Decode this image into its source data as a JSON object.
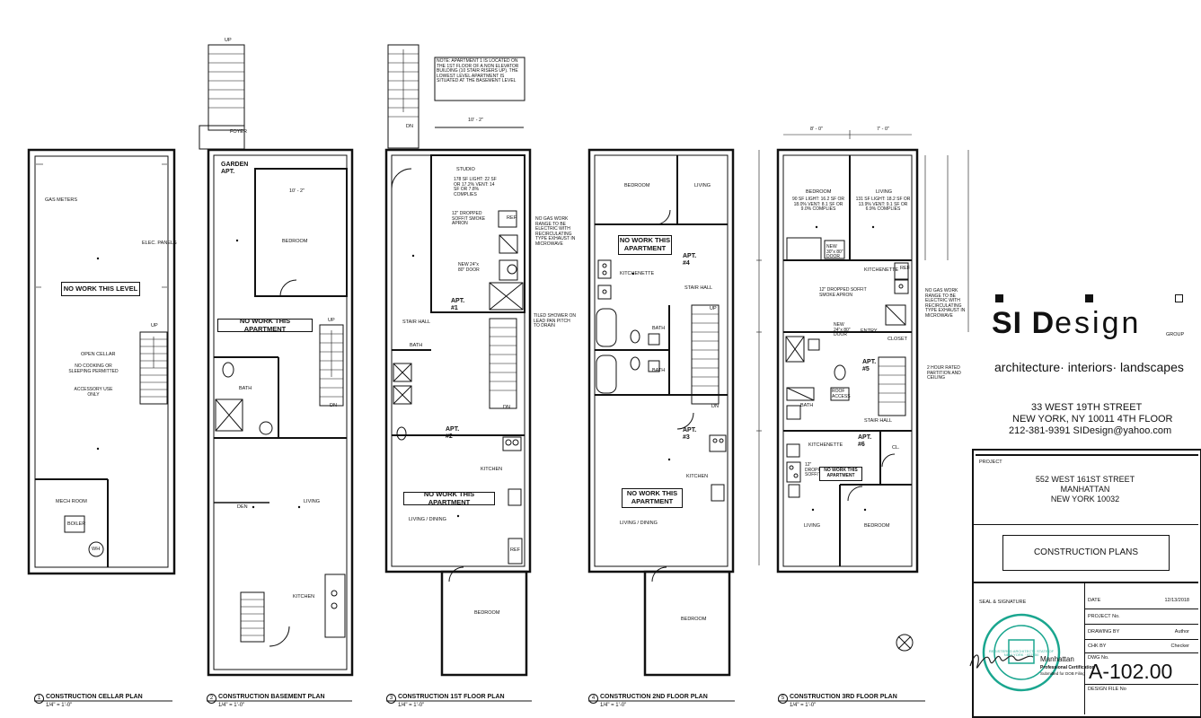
{
  "plans": [
    {
      "num": "1",
      "title": "CONSTRUCTION CELLAR PLAN",
      "scale": "1/4\" = 1'-0\""
    },
    {
      "num": "2",
      "title": "CONSTRUCTION BASEMENT PLAN",
      "scale": "1/4\" = 1'-0\""
    },
    {
      "num": "3",
      "title": "CONSTRUCTION 1ST FLOOR PLAN",
      "scale": "1/4\" = 1'-0\""
    },
    {
      "num": "4",
      "title": "CONSTRUCTION 2ND FLOOR PLAN",
      "scale": "1/4\" = 1'-0\""
    },
    {
      "num": "5",
      "title": "CONSTRUCTION 3RD FLOOR PLAN",
      "scale": "1/4\" = 1'-0\""
    }
  ],
  "cellar": {
    "gas_meters": "GAS METERS",
    "elec_panels": "ELEC. PANELS",
    "no_work": "NO WORK THIS LEVEL",
    "up": "UP",
    "open_cellar": "OPEN CELLAR",
    "no_cooking": "NO COOKING OR SLEEPING PERMITTED",
    "accessory": "ACCESSORY USE ONLY",
    "mech_room": "MECH ROOM",
    "boiler": "BOILER",
    "wh": "WH"
  },
  "basement": {
    "up": "UP",
    "foyer": "FOYER",
    "garden_apt": "GARDEN APT.",
    "dim": "10' - 2\"",
    "bedroom": "BEDROOM",
    "no_work": "NO WORK THIS APARTMENT",
    "up2": "UP",
    "bath": "BATH",
    "dn": "DN",
    "den": "DEN",
    "living": "LIVING",
    "kitchen": "KITCHEN"
  },
  "first": {
    "note": "NOTE: APARTMENT 1 IS LOCATED ON THE 1ST FLOOR OF A NON ELEVATOR BUILDING (10 STAIR RISERS UP). THE LOWEST LEVEL APARTMENT IS SITUATED AT THE BASEMENT LEVEL",
    "dim": "10' - 2\"",
    "dn": "DN",
    "studio": "STUDIO",
    "studio_info": "178 SF LIGHT: 22 SF OR 17.2% VENT: 14 SF OR 7.8% COMPLIES",
    "soffit": "12\" DROPPED SOFFIT SMOKE APRON",
    "gas_note": "NO GAS WORK RANGE TO BE ELECTRIC WITH RECIRCULATING TYPE EXHAUST IN MICROWAVE",
    "ref": "REF",
    "new_door": "NEW 24\"x 80\" DOOR",
    "apt1": "APT. #1",
    "stair_hall": "STAIR HALL",
    "tiled_shower": "TILED SHOWER ON LEAD PAN PITCH TO DRAIN",
    "bath": "BATH",
    "apt2": "APT. #2",
    "dn2": "DN",
    "kitchen": "KITCHEN",
    "no_work": "NO WORK THIS APARTMENT",
    "living_dining": "LIVING / DINING",
    "ref2": "REF",
    "bedroom": "BEDROOM"
  },
  "second": {
    "bedroom": "BEDROOM",
    "living": "LIVING",
    "no_work_top": "NO WORK THIS APARTMENT",
    "apt4": "APT. #4",
    "kitchenette": "KITCHENETTE",
    "stair_hall": "STAIR HALL",
    "up": "UP",
    "bath": "BATH",
    "bath2": "BATH",
    "dn": "DN",
    "apt3": "APT. #3",
    "kitchen": "KITCHEN",
    "no_work_bottom": "NO WORK THIS APARTMENT",
    "living_dining": "LIVING / DINING",
    "bedroom2": "BEDROOM"
  },
  "third": {
    "dim_left": "8' - 0\"",
    "dim_right": "7' - 0\"",
    "bedroom": "BEDROOM",
    "bedroom_info": "90 SF LIGHT: 16.2 SF OR 18.0% VENT: 8.1 SF OR 9.0% COMPLIES",
    "living": "LIVING",
    "living_info": "131 SF LIGHT: 18.2 SF OR 13.9% VENT: 9.1 SF OR 6.9% COMPLIES",
    "new_door": "NEW 30\"x 80\" DOOR",
    "kitchenette": "KITCHENETTE",
    "ref": "REF",
    "soffit": "12\" DROPPED SOFFIT SMOKE APRON",
    "gas_note": "NO GAS WORK RANGE TO BE ELECTRIC WITH RECIRCULATING TYPE EXHAUST IN MICROWAVE",
    "new_door2": "NEW 24\"x 80\" DOOR",
    "entry": "ENTRY",
    "closet": "CLOSET",
    "apt5": "APT. #5",
    "partition": "2 HOUR RATED PARTITION AND CEILING",
    "roof_access": "ROOF ACCESS",
    "bath": "BATH",
    "stair_hall": "STAIR HALL",
    "kitchenette2": "KITCHENETTE",
    "apt6": "APT. #6",
    "cl": "CL.",
    "dropped": "12\" DROPPED SOFFIT",
    "no_work": "NO WORK THIS APARTMENT",
    "living2": "LIVING",
    "bedroom2": "BEDROOM"
  },
  "firm": {
    "name_si": "SI D",
    "name_esign": "esign",
    "group": "GROUP",
    "tagline": "architecture· interiors· landscapes",
    "address1": "33 WEST 19TH STREET",
    "address2": "NEW YORK, NY 10011  4TH FLOOR",
    "contact": "212-381-9391  SIDesign@yahoo.com"
  },
  "titleblock": {
    "project_label": "PROJECT",
    "project_line1": "552 WEST 161ST STREET",
    "project_line2": "MANHATTAN",
    "project_line3": "NEW YORK 10032",
    "drawing_title": "CONSTRUCTION PLANS",
    "seal_label": "SEAL & SIGNATURE",
    "date_label": "DATE",
    "date_value": "12/13/2018",
    "project_no_label": "PROJECT No.",
    "drawing_by_label": "DRAWING BY",
    "drawing_by_value": "Author",
    "chk_by_label": "CHK BY",
    "chk_by_value": "Checker",
    "dwg_no_label": "DWG No.",
    "dwg_no_value": "A-102.00",
    "design_file_label": "DESIGN FILE No",
    "stamp_city": "Manhattan",
    "stamp_cert": "Professional Certification",
    "stamp_sub": "Submitted for DOB Filing",
    "stamp_text": "REGISTERED ARCHITECT · STATE OF NEW YORK · 027650"
  }
}
